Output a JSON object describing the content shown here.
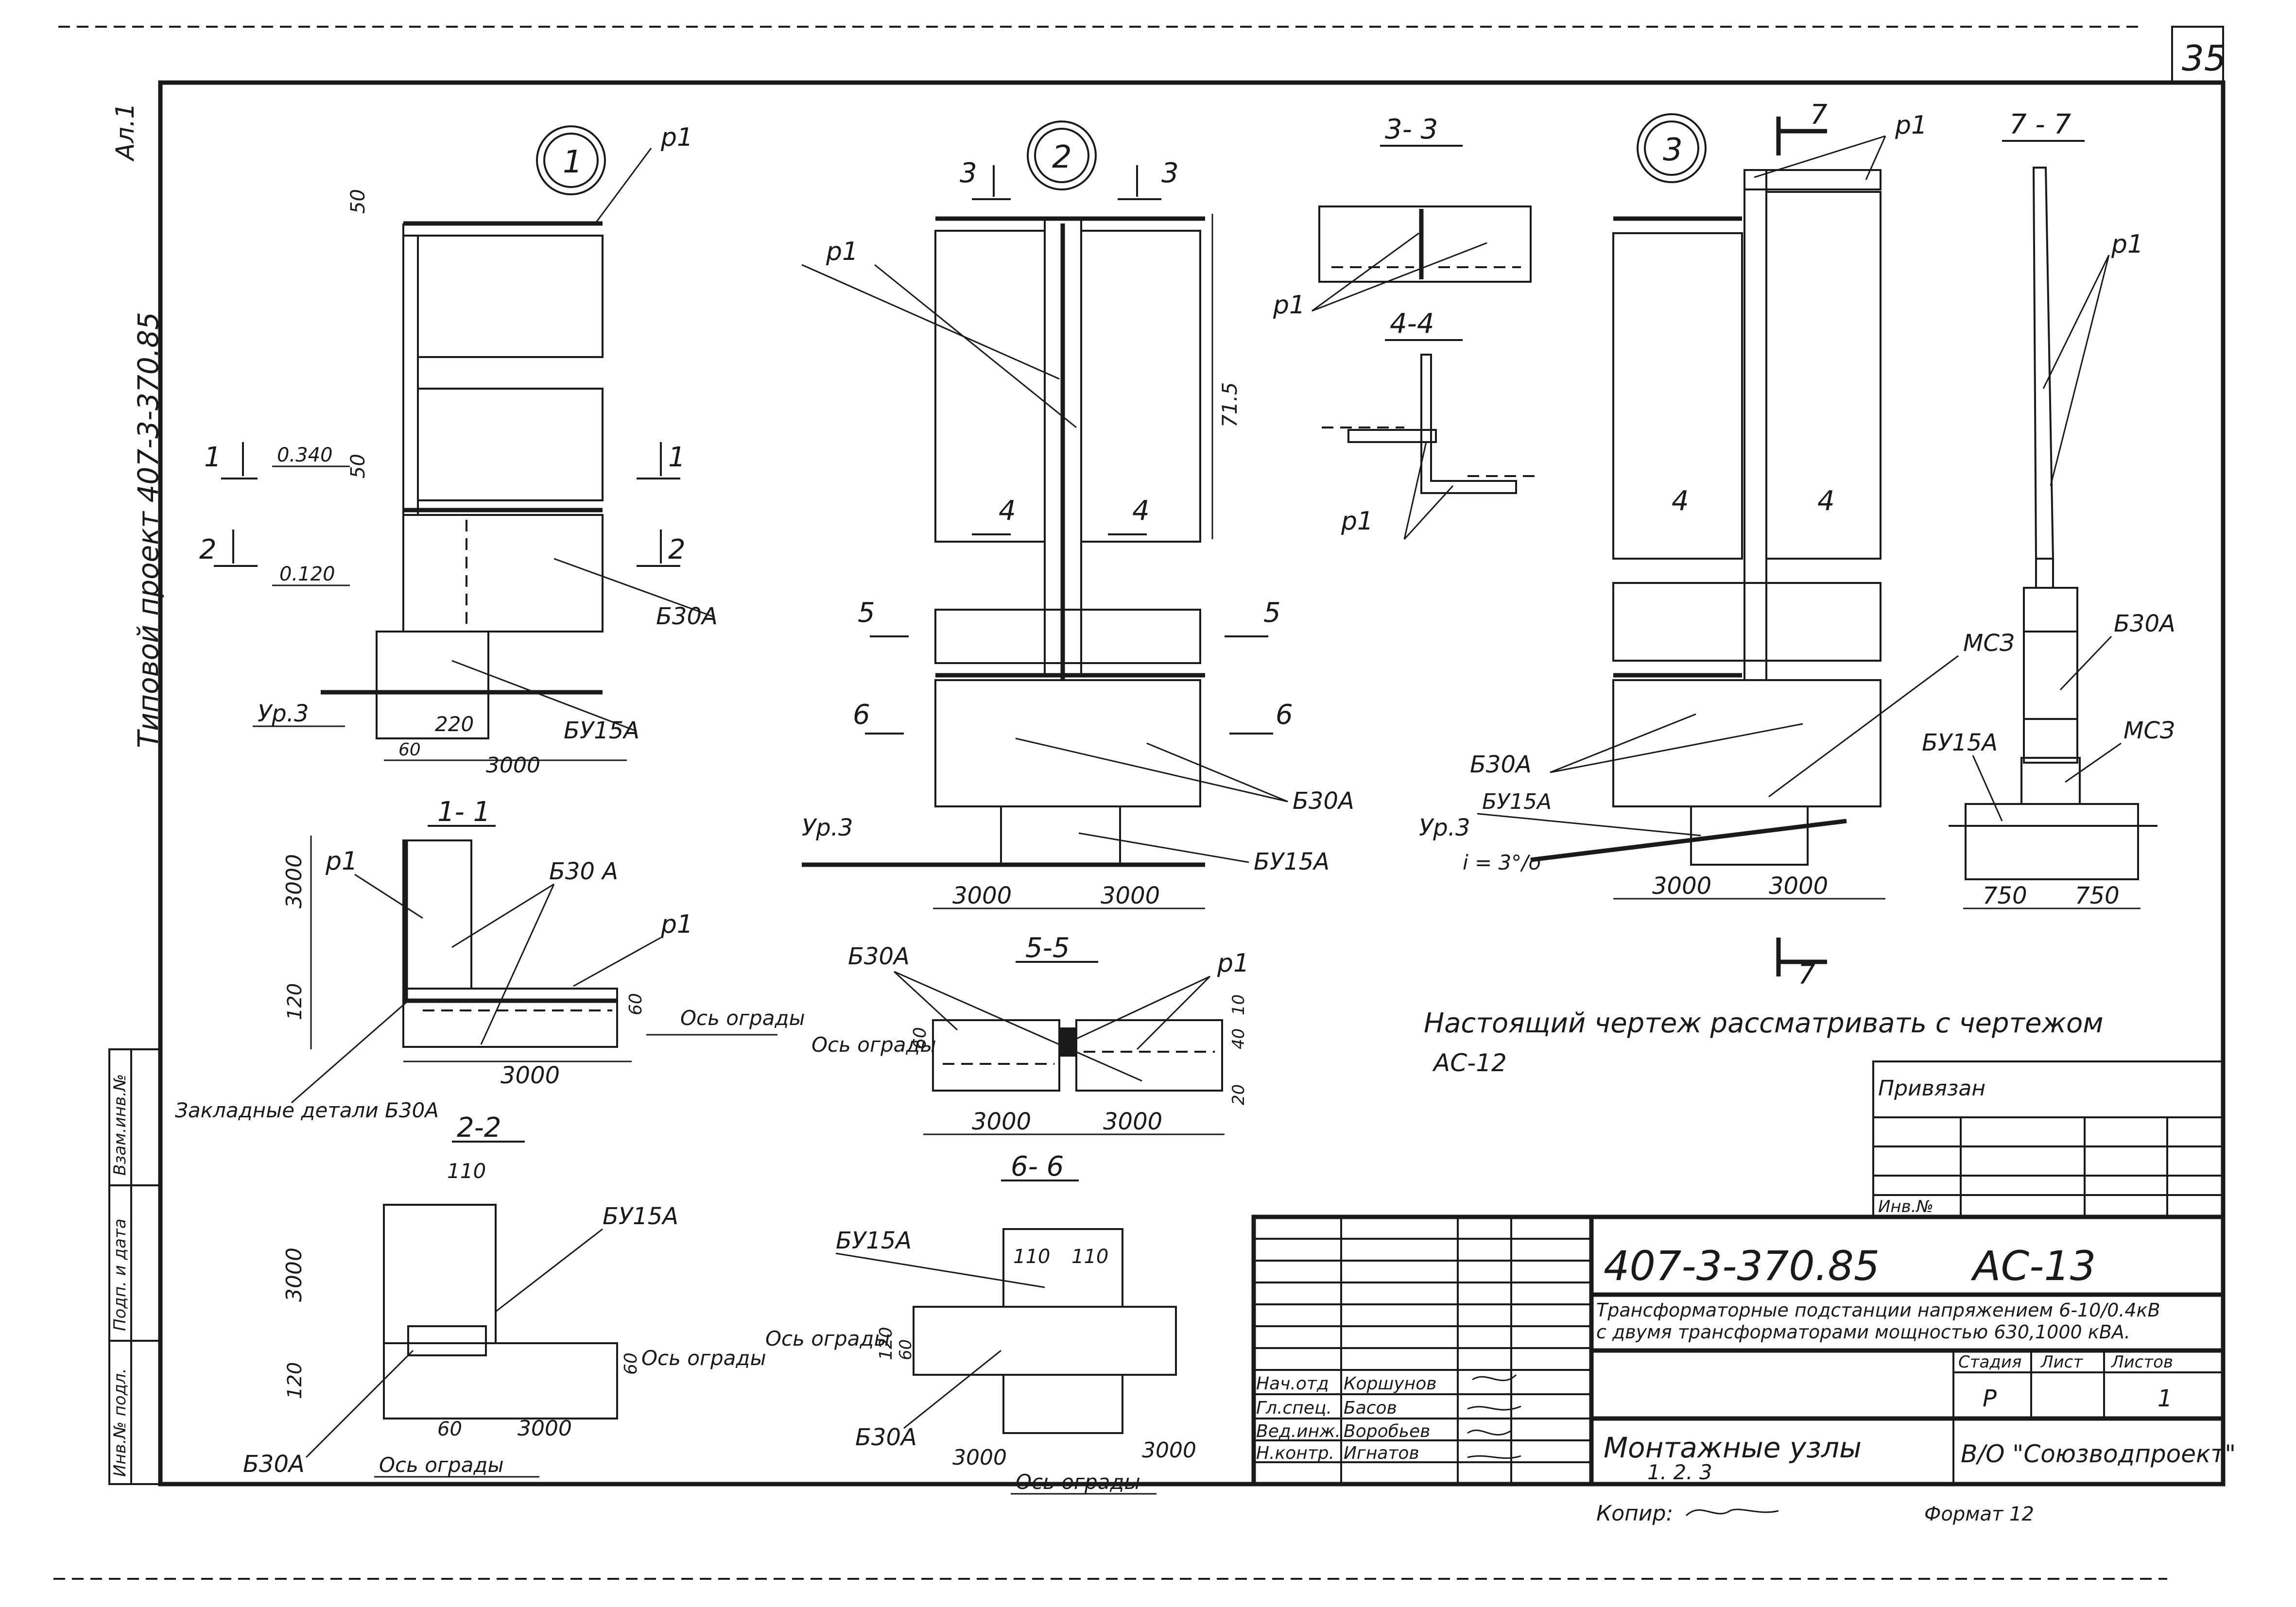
{
  "sheet": {
    "number": "35",
    "album": "Ал.1",
    "project": "Типовой проект 407-3-370.85"
  },
  "node1": {
    "marker": "1",
    "p1": "р1",
    "d50a": "50",
    "d50b": "50",
    "el340": "0.340",
    "el120": "0.120",
    "sec1": "1",
    "sec2": "2",
    "b30a": "Б30А",
    "bu15a": "БУ15А",
    "level": "Ур.3",
    "d220": "220",
    "d60": "60",
    "d3000": "3000"
  },
  "sec11": {
    "title": "1- 1",
    "p1a": "р1",
    "p1b": "р1",
    "b30a": "Б30 А",
    "d3000v": "3000",
    "d120": "120",
    "d60": "60",
    "axis": "Ось ограды",
    "d3000": "3000",
    "embedded": "Закладные детали Б30А"
  },
  "sec22": {
    "title": "2-2",
    "d110": "110",
    "bu15a": "БУ15А",
    "d3000v": "3000",
    "d120": "120",
    "d60r": "60",
    "axis_r": "Ось ограды",
    "d60": "60",
    "d3000": "3000",
    "b30a": "Б30А",
    "axis": "Ось ограды"
  },
  "node2": {
    "marker": "2",
    "s3": "3",
    "p1": "р1",
    "d715": "71.5",
    "s4": "4",
    "s5": "5",
    "s6": "6",
    "b30a": "Б30А",
    "bu15a": "БУ15А",
    "level": "Ур.3",
    "d3000a": "3000",
    "d3000b": "3000"
  },
  "sec55": {
    "title": "5-5",
    "b30a": "Б30А",
    "p1": "р1",
    "axis": "Ось ограды",
    "d60": "60",
    "d10": "10",
    "d40": "40",
    "d20": "20",
    "d3000a": "3000",
    "d3000b": "3000"
  },
  "sec66": {
    "title": "6- 6",
    "bu15a": "БУ15А",
    "d110a": "110",
    "d110b": "110",
    "axis_l": "Ось ограды",
    "d120": "120",
    "d60": "60",
    "b30a": "Б30А",
    "d3000a": "3000",
    "d3000b": "3000",
    "axis": "Ось ограды"
  },
  "sec33": {
    "title": "3- 3",
    "p1": "р1"
  },
  "sec44": {
    "title": "4-4",
    "p1": "р1"
  },
  "node3": {
    "marker": "3",
    "s7": "7",
    "p1": "р1",
    "s4": "4",
    "mc3": "МСЗ",
    "b30a": "Б30А",
    "bu15a": "БУ15А",
    "level": "Ур.3",
    "slope": "i = 3°/o",
    "d3000a": "3000",
    "d3000b": "3000"
  },
  "sec77": {
    "title": "7 - 7",
    "p1": "р1",
    "b30a": "Б30А",
    "mc3": "МСЗ",
    "bu15a": "БУ15А",
    "d750a": "750",
    "d750b": "750"
  },
  "note": {
    "line1": "Настоящий чертеж рассматривать с чертежом",
    "line2": "АС-12"
  },
  "side_stamp": {
    "col1": "Инв.№ подл.",
    "col2": "Подп. и дата",
    "col3": "Взам.инв.№"
  },
  "stamp": {
    "attached": "Привязан",
    "inv": "Инв.№",
    "code": "407-3-370.85",
    "sheet_code": "АС-13",
    "desc1": "Трансформаторные подстанции напряжением 6-10/0.4кВ",
    "desc2": "с двумя трансформаторами мощностью 630,1000 кВА.",
    "stage_h": "Стадия",
    "sheet_h": "Лист",
    "sheets_h": "Листов",
    "stage": "Р",
    "sheets": "1",
    "title1": "Монтажные узлы",
    "title2": "1. 2. 3",
    "org": "В/О \"Союзводпроект\"",
    "roles": [
      {
        "role": "Нач.отд",
        "name": "Коршунов"
      },
      {
        "role": "Гл.спец.",
        "name": "Басов"
      },
      {
        "role": "Вед.инж.",
        "name": "Воробьев"
      },
      {
        "role": "Н.контр.",
        "name": "Игнатов"
      }
    ],
    "copy": "Копир:",
    "format": "Формат 12"
  }
}
